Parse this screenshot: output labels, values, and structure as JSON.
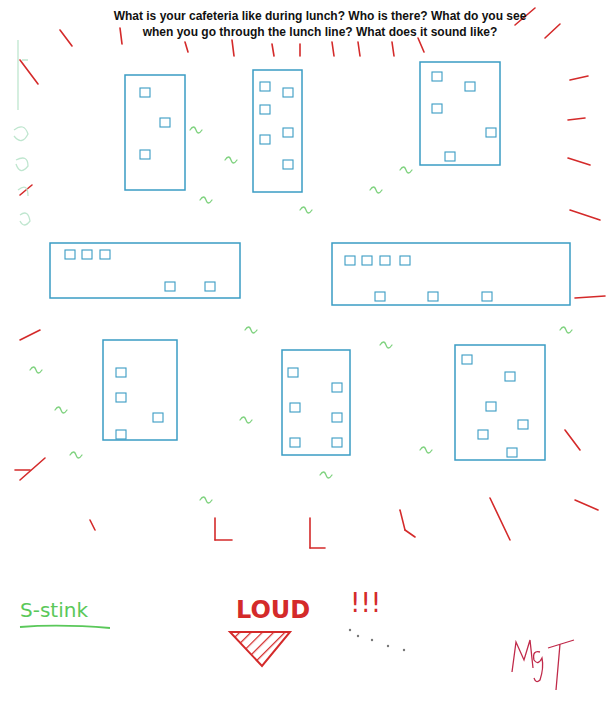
{
  "diagram": {
    "title": "What is your cafeteria like during lunch? Who is there? What do you see when you go through the lunch line? What does it sound like?",
    "labels": [
      "S-stink",
      "LOUD",
      "!!!"
    ]
  }
}
